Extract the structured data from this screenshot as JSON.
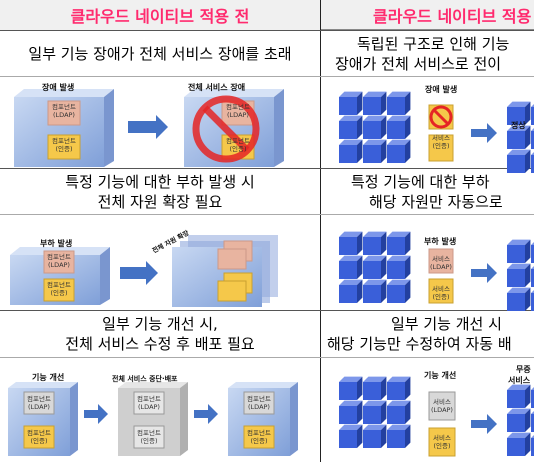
{
  "headers": {
    "before": "클라우드 네이티브 적용 전",
    "after": "클라우드 네이티브 적용 후"
  },
  "rows": [
    {
      "before_lines": [
        "일부 기능 장애가 전체 서비스 장애를 초래"
      ],
      "after_lines": [
        "독립된 구조로 인해 기능",
        "장애가 전체 서비스로 전이"
      ]
    },
    {
      "before_lines": [
        "특정 기능에 대한 부하 발생 시",
        "전체 자원 확장 필요"
      ],
      "after_lines": [
        "특정 기능에 대한 부하",
        "해당 자원만 자동으로"
      ]
    },
    {
      "before_lines": [
        "일부 기능 개선 시,",
        "전체 서비스 수정 후 배포 필요"
      ],
      "after_lines": [
        "일부 기능 개선 시",
        "해당 기능만 수정하여 자동 배"
      ]
    }
  ],
  "diagrams": {
    "r1_left": {
      "tag1": "장애 발생",
      "box1": "컴포넌트",
      "box1_sub": "(LDAP)",
      "box2": "컴포넌트",
      "box2_sub": "(인증)",
      "tag2": "전체 서비스 장애"
    },
    "r1_right": {
      "tag1": "장애 발생",
      "box1": "서비스",
      "box1_sub": "(LDAP)",
      "box2": "서비스",
      "box2_sub": "(인증)",
      "tag2": "정상"
    },
    "r2_left": {
      "tag1": "부하 발생",
      "box1": "컴포넌트",
      "box1_sub": "(LDAP)",
      "box2": "컴포넌트",
      "box2_sub": "(인증)",
      "tag2": "전체 자원 확장"
    },
    "r2_right": {
      "tag1": "부하 발생",
      "box1": "서비스",
      "box1_sub": "(LDAP)",
      "box2": "서비스",
      "box2_sub": "(인증)"
    },
    "r3_left": {
      "tag1": "기능 개선",
      "tag_mid": "전체 서비스 중단·배포",
      "box1": "컴포넌트",
      "box1_sub": "(LDAP)",
      "box2": "컴포넌트",
      "box2_sub": "(인증)"
    },
    "r3_right": {
      "tag1": "기능 개선",
      "box1": "서비스",
      "box1_sub": "(LDAP)",
      "box2": "서비스",
      "box2_sub": "(인증)",
      "tag2_l1": "무중",
      "tag2_l2": "서비스 "
    }
  },
  "colors": {
    "header_text": "#ff2a6e",
    "header_bg": "#f0f0f0",
    "blue_cube": "#3a5fd9",
    "arrow": "#4472c4",
    "pale_cube": "#9ab3e0",
    "comp_red": "#e8b4a0",
    "comp_yellow": "#f5c84a",
    "ban": "#e52525"
  }
}
